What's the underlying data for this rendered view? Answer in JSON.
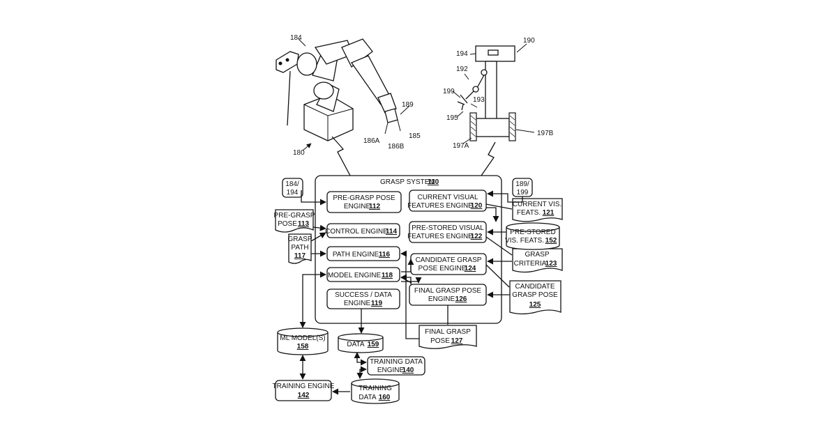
{
  "grasp_system": {
    "title": "GRASP SYSTEM",
    "num": "110"
  },
  "engines": {
    "pre_grasp": {
      "l1": "PRE-GRASP POSE",
      "l2": "ENGINE",
      "num": "112"
    },
    "control": {
      "l1": "CONTROL ENGINE",
      "num": "114"
    },
    "path": {
      "l1": "PATH ENGINE",
      "num": "116"
    },
    "model": {
      "l1": "MODEL ENGINE",
      "num": "118"
    },
    "success_data": {
      "l1": "SUCCESS / DATA",
      "l2": "ENGINE",
      "num": "119"
    },
    "current_visual": {
      "l1": "CURRENT VISUAL",
      "l2": "FEATURES ENGINE",
      "num": "120"
    },
    "prestored_visual": {
      "l1": "PRE-STORED VISUAL",
      "l2": "FEATURES ENGINE",
      "num": "122"
    },
    "candidate_grasp": {
      "l1": "CANDIDATE GRASP",
      "l2": "POSE ENGINE",
      "num": "124"
    },
    "final_grasp": {
      "l1": "FINAL GRASP POSE",
      "l2": "ENGINE",
      "num": "126"
    },
    "training_data": {
      "l1": "TRAINING DATA",
      "l2": "ENGINE",
      "num": "140"
    },
    "training": {
      "l1": "TRAINING ENGINE",
      "num": "142"
    }
  },
  "data_items": {
    "pre_grasp_pose": {
      "l1": "PRE-GRASP",
      "l2": "POSE",
      "num": "113"
    },
    "grasp_path": {
      "l1": "GRASP",
      "l2": "PATH",
      "num": "117"
    },
    "current_feats": {
      "l1": "CURRENT VIS.",
      "l2": "FEATS.",
      "num": "121"
    },
    "prestored_feats": {
      "l1": "PRE-STORED",
      "l2": "VIS. FEATS.",
      "num": "152"
    },
    "grasp_criteria": {
      "l1": "GRASP",
      "l2": "CRITERIA",
      "num": "123"
    },
    "candidate_pose": {
      "l1": "CANDIDATE",
      "l2": "GRASP POSE",
      "num": "125"
    },
    "final_pose": {
      "l1": "FINAL GRASP",
      "l2": "POSE",
      "num": "127"
    },
    "ml_models": {
      "l1": "ML MODEL(S)",
      "num": "158"
    },
    "data": {
      "l1": "DATA",
      "num": "159"
    },
    "training_data_db": {
      "l1": "TRAINING",
      "l2": "DATA",
      "num": "160"
    }
  },
  "inputs": {
    "left": {
      "l1": "184/",
      "l2": "194"
    },
    "right": {
      "l1": "189/",
      "l2": "199"
    }
  },
  "ref_labels": {
    "r184": "184",
    "r180": "180",
    "r189": "189",
    "r185": "185",
    "r186a": "186A",
    "r186b": "186B",
    "r190": "190",
    "r194": "194",
    "r192": "192",
    "r199": "199",
    "r193": "193",
    "r195": "195",
    "r197a": "197A",
    "r197b": "197B"
  }
}
